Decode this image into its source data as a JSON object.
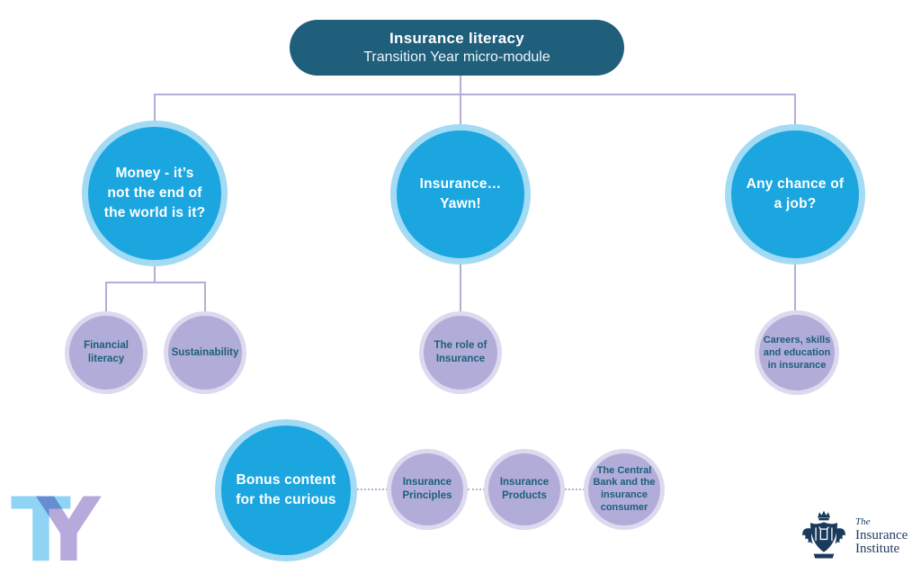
{
  "header": {
    "title": "Insurance literacy",
    "subtitle": "Transition Year micro-module"
  },
  "main_circles": {
    "money": {
      "label": "Money - it’s\nnot the end of\nthe world is it?"
    },
    "yawn": {
      "label": "Insurance…\nYawn!"
    },
    "job": {
      "label": "Any chance of\na job?"
    },
    "bonus": {
      "label": "Bonus content\nfor the curious"
    }
  },
  "sub_circles": {
    "financial": {
      "label": "Financial\nliteracy"
    },
    "sustainability": {
      "label": "Sustainability"
    },
    "role": {
      "label": "The role of\nInsurance"
    },
    "careers": {
      "label": "Careers, skills\nand education\nin insurance"
    },
    "principles": {
      "label": "Insurance\nPrinciples"
    },
    "products": {
      "label": "Insurance\nProducts"
    },
    "central_bank": {
      "label": "The Central\nBank and the\ninsurance\nconsumer"
    }
  },
  "logos": {
    "ty": {
      "t": "T",
      "y": "Y"
    },
    "institute": {
      "the": "The",
      "line1": "Insurance",
      "line2": "Institute"
    }
  },
  "colors": {
    "header_bg": "#1F5F7B",
    "circle_blue": "#1BA6E0",
    "circle_blue_ring": "#A3DAF4",
    "circle_purple": "#B2ACD9",
    "circle_purple_ring": "#DDD9EE",
    "text_on_purple": "#1C5F7A",
    "connector": "#B7ACD6",
    "ty_blue": "#8FD4F4",
    "ty_purple": "#B6AADC",
    "institute_navy": "#1C3A5E"
  }
}
